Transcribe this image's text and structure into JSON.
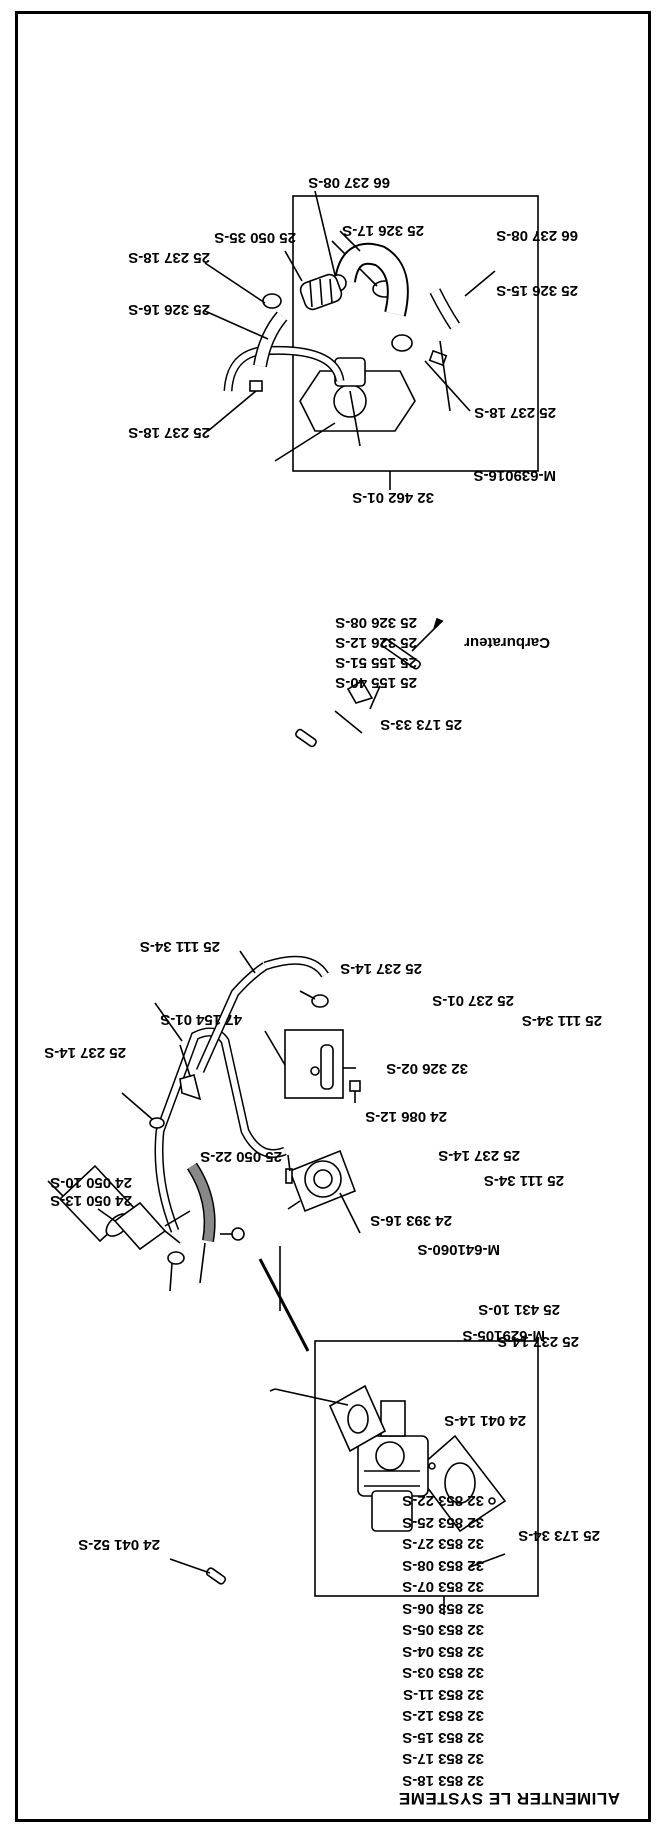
{
  "title": "ALIMENTER LE SYSTEME",
  "carb_kit_list": [
    "32 853 18-S",
    "32 853 17-S",
    "32 853 15-S",
    "32 853 12-S",
    "32 853 11-S",
    "32 853 03-S",
    "32 853 04-S",
    "32 853 05-S",
    "32 853 06-S",
    "32 853 07-S",
    "32 853 08-S",
    "32 853 27-S",
    "32 853 25-S",
    "32 853 22-S"
  ],
  "carb_section": {
    "gasket": "24 041 52-S",
    "insulator": "24 041 14-S",
    "stud": "M-629105-S",
    "nut": "M-641060-S",
    "pump": "24 393 16-S",
    "hose": "25 431 10-S",
    "clamp_right": "25 237 14-S",
    "hose_right": "25 111 34-S",
    "clamp_pump": "25 237 14-S",
    "sleeve": "25 173 34-S"
  },
  "fuel_section": {
    "filter_a": "24 050 13-S",
    "filter_b": "24 050 10-S",
    "filter_small": "25 050 22-S",
    "clamp_left": "25 237 14-S",
    "clip": "47 154 01-S",
    "hose_top": "25 111 34-S",
    "clamp_top": "25 237 14-S",
    "screw": "24 086 12-S",
    "inset_part": "32 326 02-S",
    "inset_clamp": "25 237 01-S"
  },
  "small_section": {
    "connector": "25 173 33-S",
    "valve_a": "25 155 40-S",
    "valve_b": "25 155 51-S",
    "hose_a": "25 326 12-S",
    "hose_b": "25 326 08-S",
    "arrow_label": "Carburateur"
  },
  "breather_section": {
    "assembly": "32 462 01-S",
    "valve": "M-639016-S",
    "clamp_bottom_left": "25 237 18-S",
    "hose_left": "25 326 16-S",
    "clamp_left": "25 237 18-S",
    "filter": "25 050 35-S",
    "clamp_right": "25 237 18-S",
    "hose_right": "25 326 15-S",
    "hose_top": "25 326 17-S",
    "clamp_top_a": "66 237 08-S",
    "clamp_top_b": "66 237 08-S"
  }
}
